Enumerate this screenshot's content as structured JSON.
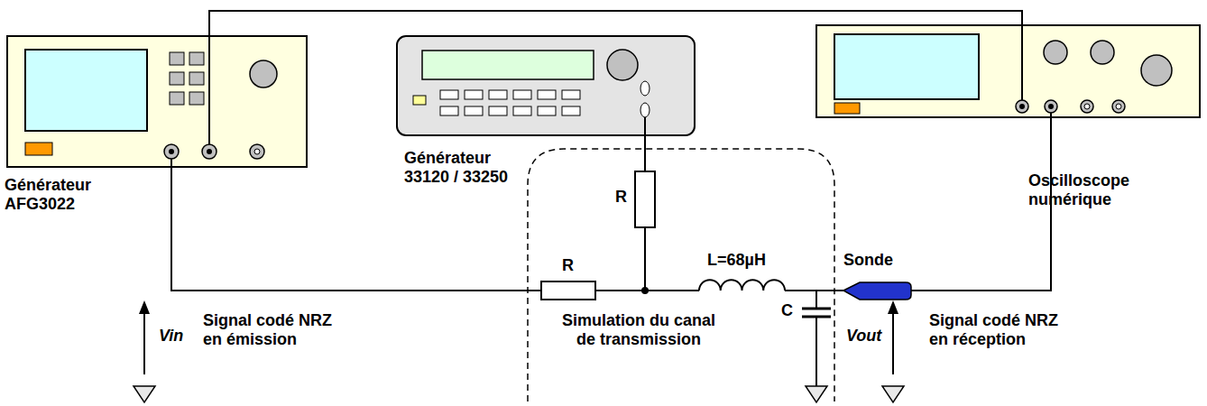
{
  "diagram": {
    "nodes": [
      {
        "text": [
          "Générateur AFG3022"
        ]
      },
      {
        "text": [
          "Générateur 33120 / 33250"
        ]
      },
      {
        "text": [
          "Oscilloscope numérique"
        ]
      },
      {
        "text": [
          "Simulation du canal de transmission"
        ]
      },
      {
        "text": [
          "Sonde"
        ]
      }
    ],
    "edges": [
      {
        "from": 0,
        "to": 2,
        "arrow": "none"
      },
      {
        "from": 0,
        "to": 3,
        "arrow": "none"
      },
      {
        "from": 1,
        "to": 3,
        "arrow": "none"
      },
      {
        "from": 3,
        "to": 4,
        "arrow": "none"
      },
      {
        "from": 4,
        "to": 2,
        "arrow": "none"
      }
    ],
    "labels": [
      "R",
      "R",
      "L=68µH",
      "C",
      "Signal codé NRZ en émission",
      "Vin",
      "Signal codé NRZ en réception",
      "Vout"
    ]
  }
}
